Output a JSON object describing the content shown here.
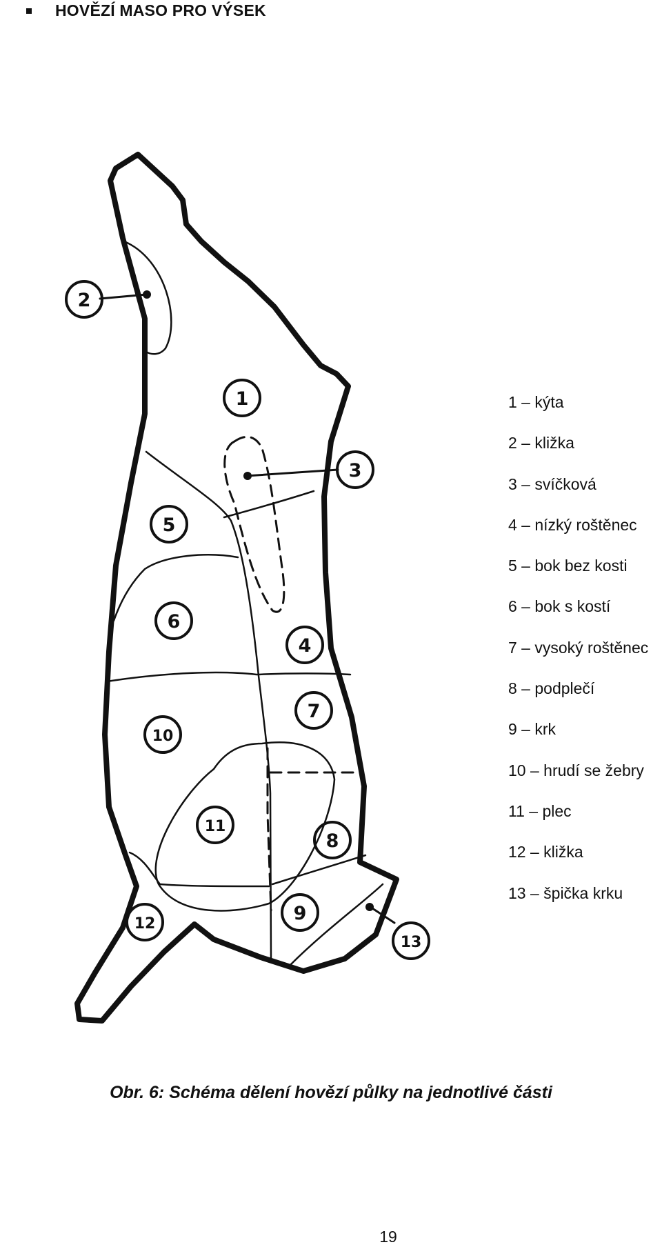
{
  "heading": "HOVĚZÍ MASO PRO VÝSEK",
  "diagram": {
    "labels": [
      "1",
      "2",
      "3",
      "4",
      "5",
      "6",
      "7",
      "8",
      "9",
      "10",
      "11",
      "12",
      "13"
    ]
  },
  "legend": [
    "1 – kýta",
    "2 – kližka",
    "3 – svíčková",
    "4 – nízký roštěnec",
    "5 – bok bez kosti",
    "6 – bok s kostí",
    "7 – vysoký roštěnec",
    "8 – podplečí",
    "9 – krk",
    "10 – hrudí se žebry",
    "11 – plec",
    "12 – kližka",
    "13 – špička krku"
  ],
  "caption": "Obr. 6: Schéma dělení hovězí půlky na jednotlivé části",
  "page_number": "19"
}
